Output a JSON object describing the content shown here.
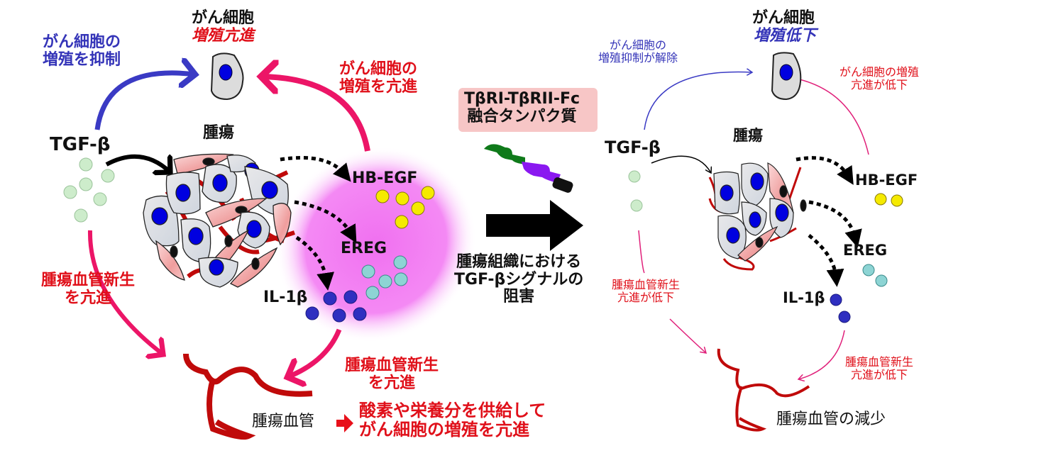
{
  "colors": {
    "pink_arrow": "#ec1567",
    "blue_arrow": "#3a3ac4",
    "red_text": "#e0101a",
    "blue_text": "#3434b8",
    "vessel": "#c00a0a",
    "magenta_glow": "#f070f0",
    "tgf_dot": "#cdeccb",
    "hbegf_dot": "#f5ea00",
    "ereg_dot": "#8dd4d4",
    "il1b_dot": "#2f2fc0",
    "nucleus": "#0000e0",
    "cancer_cell": "#dcdcdc",
    "fibroblast": "#f0a8a8",
    "protein_green": "#0f7a1a",
    "protein_purple": "#8a18f0",
    "protein_black": "#111111",
    "label_box": "#f7c6c6"
  },
  "left": {
    "cancer_cell_title": "がん細胞",
    "cancer_cell_status": "増殖亢進",
    "blue_label": [
      "がん細胞の",
      "増殖を抑制"
    ],
    "red_top_label": [
      "がん細胞の",
      "増殖を亢進"
    ],
    "tgf": "TGF-β",
    "tumor": "腫瘍",
    "hbegf": "HB-EGF",
    "ereg": "EREG",
    "il1b": "IL-1β",
    "angio_left": [
      "腫瘍血管新生",
      "を亢進"
    ],
    "angio_right": [
      "腫瘍血管新生",
      "を亢進"
    ],
    "vessel_label": "腫瘍血管",
    "vessel_effect": [
      "酸素や栄養分を供給して",
      "がん細胞の増殖を亢進"
    ]
  },
  "middle": {
    "protein_label": [
      "TβRI-TβRII-Fc",
      "融合タンパク質"
    ],
    "caption": [
      "腫瘍組織における",
      "TGF-βシグナルの",
      "阻害"
    ]
  },
  "right": {
    "cancer_cell_title": "がん細胞",
    "cancer_cell_status": "増殖低下",
    "blue_label": [
      "がん細胞の",
      "増殖抑制が解除"
    ],
    "red_top_label": [
      "がん細胞の増殖",
      "亢進が低下"
    ],
    "tgf": "TGF-β",
    "tumor": "腫瘍",
    "hbegf": "HB-EGF",
    "ereg": "EREG",
    "il1b": "IL-1β",
    "angio_left": [
      "腫瘍血管新生",
      "亢進が低下"
    ],
    "angio_right": [
      "腫瘍血管新生",
      "亢進が低下"
    ],
    "vessel_label": "腫瘍血管の減少"
  }
}
